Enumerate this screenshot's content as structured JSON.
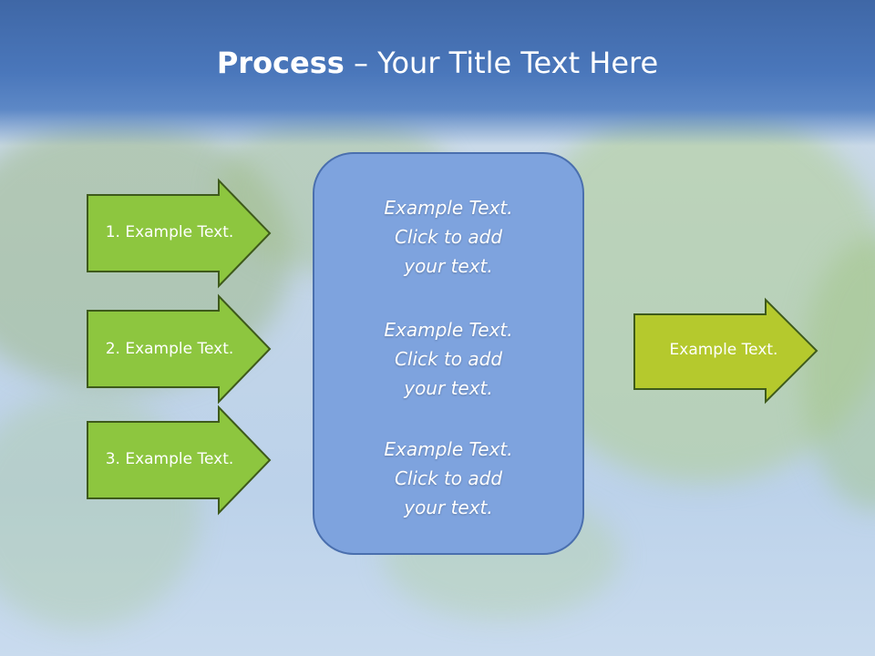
{
  "title": {
    "bold": "Process",
    "separator": " – ",
    "rest": "Your Title Text Here"
  },
  "inputs": [
    {
      "label": "1. Example Text."
    },
    {
      "label": "2. Example Text."
    },
    {
      "label": "3. Example Text."
    }
  ],
  "center_box": {
    "blocks": [
      {
        "line1": "Example Text.",
        "line2": "Click  to add",
        "line3": "your text."
      },
      {
        "line1": "Example Text.",
        "line2": "Click  to add",
        "line3": "your text."
      },
      {
        "line1": "Example Text.",
        "line2": "Click  to add",
        "line3": "your text."
      }
    ]
  },
  "output": {
    "label": "Example Text."
  },
  "colors": {
    "title_band": "#4a77bb",
    "input_arrow_fill": "#8dc63f",
    "output_arrow_fill": "#b5c92d",
    "arrow_border": "#3e5a1b",
    "center_box_fill": "#7ea3de",
    "center_box_border": "#4a6fae"
  }
}
